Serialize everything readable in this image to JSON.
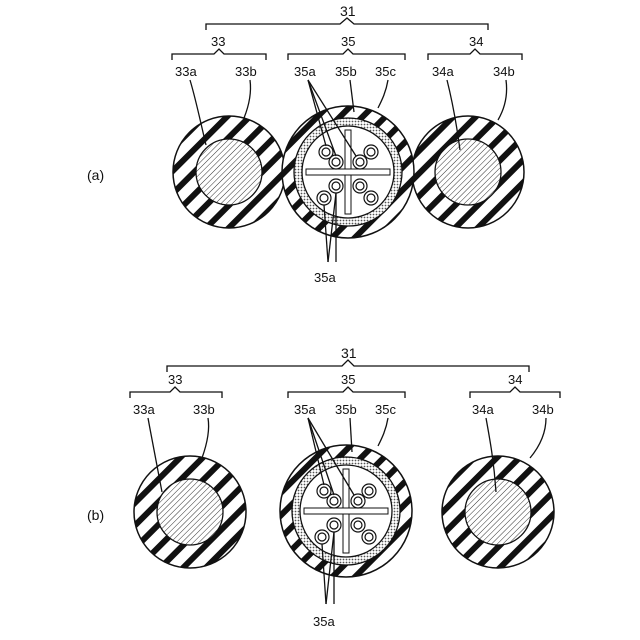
{
  "figure_a": {
    "panel": "(a)",
    "top": "31",
    "groups": [
      "33",
      "35",
      "34"
    ],
    "parts": [
      "33a",
      "33b",
      "35a",
      "35b",
      "35c",
      "34a",
      "34b"
    ],
    "bottom": "35a"
  },
  "figure_b": {
    "panel": "(b)",
    "top": "31",
    "groups": [
      "33",
      "35",
      "34"
    ],
    "parts": [
      "33a",
      "33b",
      "35a",
      "35b",
      "35c",
      "34a",
      "34b"
    ],
    "bottom": "35a"
  }
}
